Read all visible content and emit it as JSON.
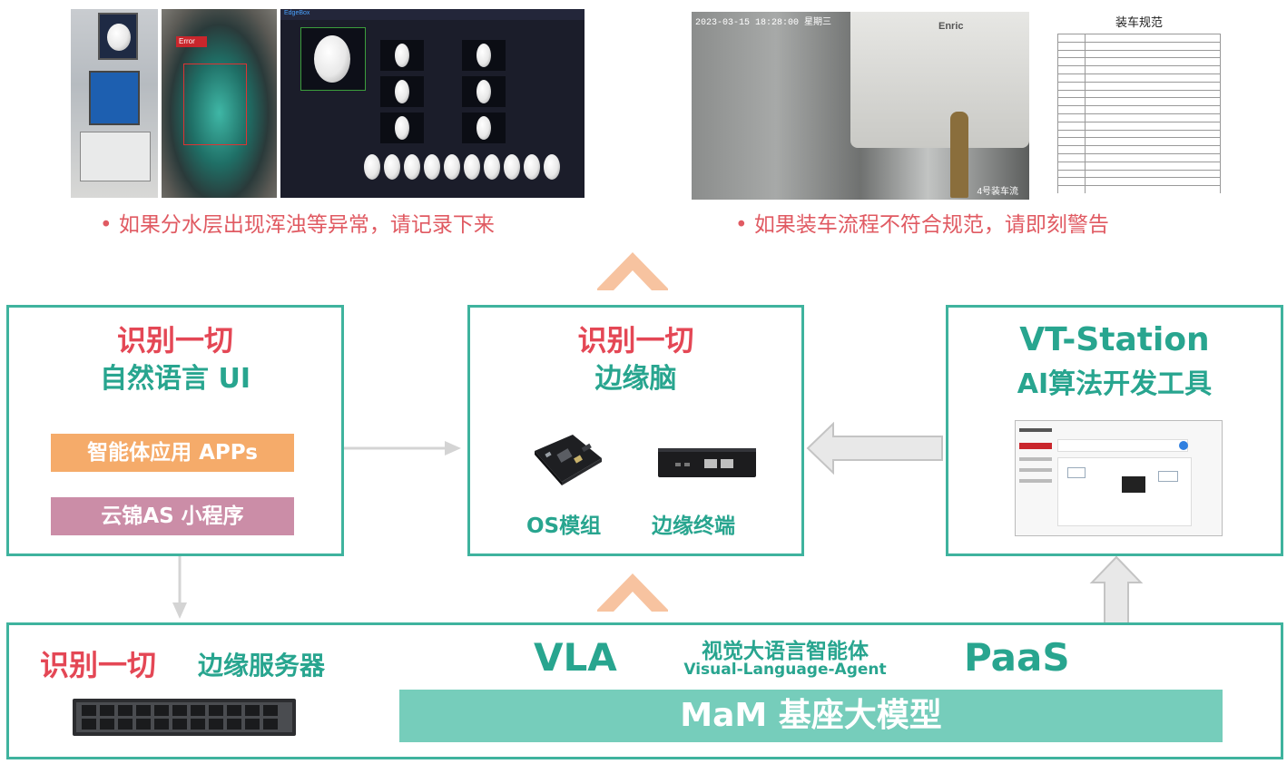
{
  "top_left": {
    "caption": "• 如果分水层出现浑浊等异常，请记录下来",
    "error_tag": "Error",
    "dashboard_brand": "EdgeBox"
  },
  "top_right": {
    "caption": "• 如果装车流程不符合规范，请即刻警告",
    "camera_timestamp": "2023-03-15 18:28:00 星期三",
    "camera_label": "4号装车流",
    "truck_brand": "Enric",
    "doc_title": "装车规范"
  },
  "left_box": {
    "title_red": "识别一切",
    "title_teal": "自然语言 UI",
    "app_label": "智能体应用 APPs",
    "mini_label": "云锦AS 小程序"
  },
  "mid_box": {
    "title_red": "识别一切",
    "title_teal": "边缘脑",
    "os_label": "OS模组",
    "terminal_label": "边缘终端"
  },
  "right_box": {
    "title1": "VT-Station",
    "title2": "AI算法开发工具"
  },
  "bottom_box": {
    "title_red": "识别一切",
    "server_label": "边缘服务器",
    "vla": "VLA",
    "vla_cn": "视觉大语言智能体",
    "vla_en": "Visual-Language-Agent",
    "paas": "PaaS",
    "mam": "MaM 基座大模型"
  },
  "colors": {
    "teal": "#3fb39e",
    "teal_text": "#28a58f",
    "red": "#e44755",
    "caption_red": "#e05a62",
    "orange_bar": "#f5ab6a",
    "pink_bar": "#cb8da7",
    "mam_bar": "#76cdbb",
    "chevron": "#f7c3a0",
    "gray_arrow": "#d4d4d4"
  }
}
